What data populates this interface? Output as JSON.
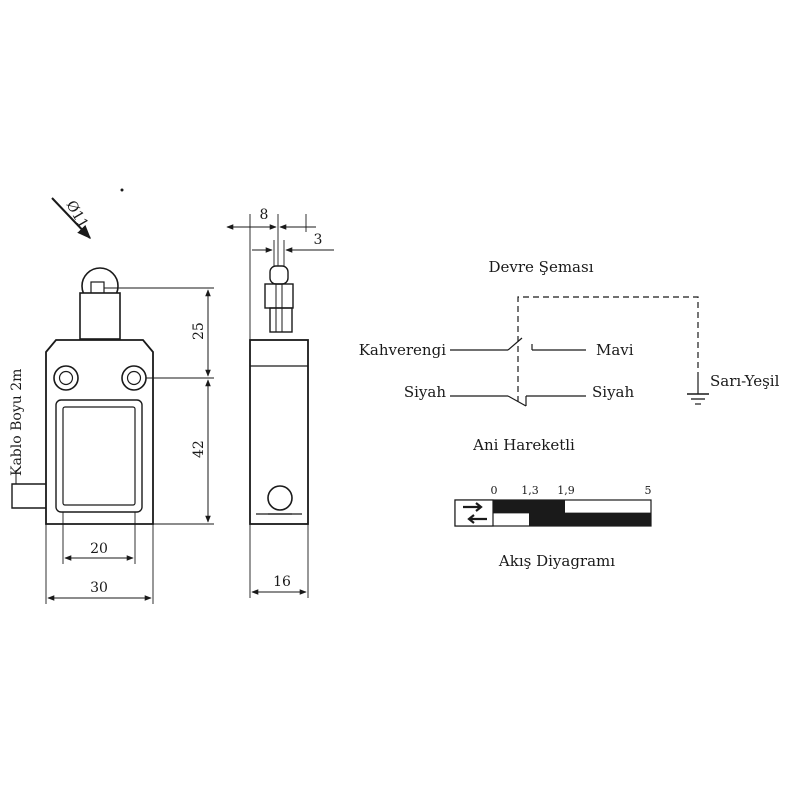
{
  "front_view": {
    "diameter": "Ø11",
    "cable_length": "Kablo Boyu 2m",
    "height_top": "25",
    "height_body": "42",
    "inner_width": "20",
    "outer_width": "30"
  },
  "side_view": {
    "top_width": "8",
    "roller_width": "3",
    "depth": "16"
  },
  "circuit": {
    "title": "Devre Şeması",
    "wire_brown": "Kahverengi",
    "wire_blue": "Mavi",
    "wire_black_left": "Siyah",
    "wire_black_right": "Siyah",
    "ground": "Sarı-Yeşil",
    "action": "Ani Hareketli"
  },
  "flow_diagram": {
    "title": "Akış Diyagramı",
    "scale": [
      "0",
      "1,3",
      "1,9",
      "5"
    ]
  },
  "colors": {
    "ink": "#1a1a1a",
    "background": "#ffffff"
  }
}
